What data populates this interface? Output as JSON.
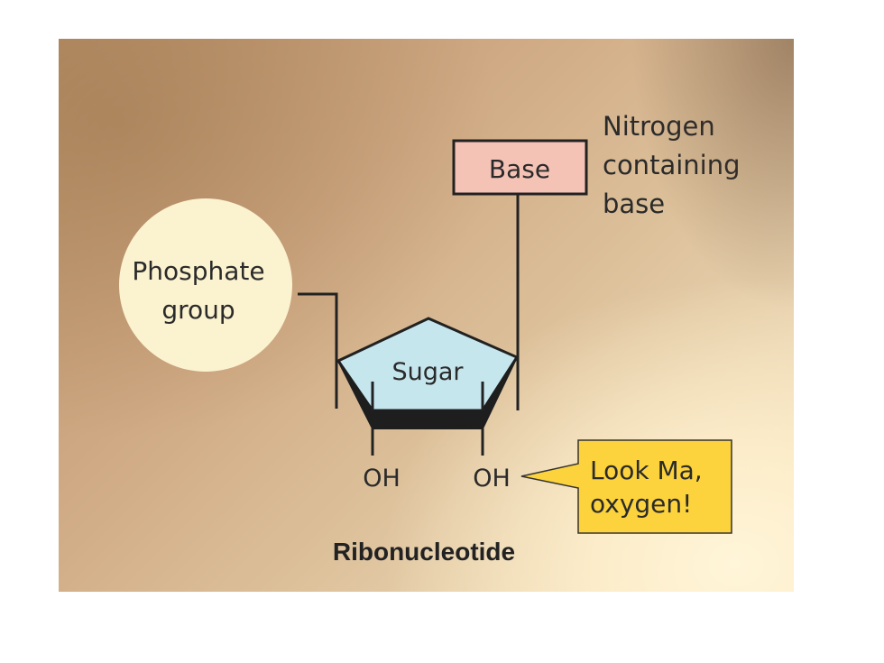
{
  "labels": {
    "base": "Base",
    "nitrogen_line1": "Nitrogen",
    "nitrogen_line2": "containing",
    "nitrogen_line3": "base",
    "phosphate_line1": "Phosphate",
    "phosphate_line2": "group",
    "sugar": "Sugar",
    "oh_left": "OH",
    "oh_right": "OH",
    "callout_line1": "Look Ma,",
    "callout_line2": "oxygen!",
    "title": "Ribonucleotide"
  },
  "colors": {
    "base_fill": "#f5c3b6",
    "phosphate_fill": "#fbf2cf",
    "sugar_fill": "#c6e6ee",
    "callout_fill": "#fcd33c",
    "stroke": "#222222"
  }
}
